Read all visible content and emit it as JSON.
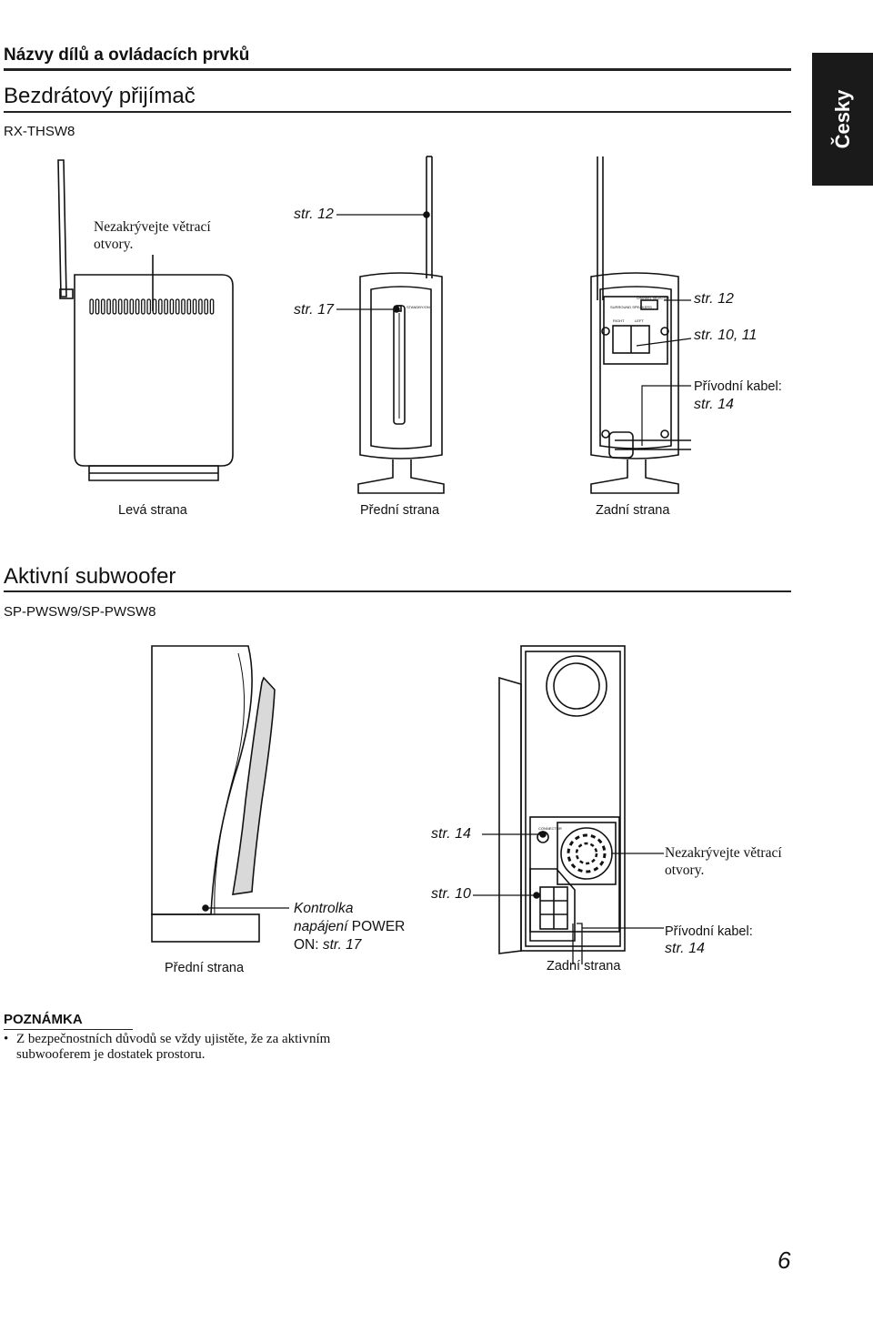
{
  "header": {
    "section_title": "Názvy dílů a ovládacích prvků",
    "language_tab": "Česky"
  },
  "receiver": {
    "title": "Bezdrátový přijímač",
    "model": "RX-THSW8",
    "vent_note": "Nezakrývejte větrací otvory.",
    "ref_antenna": "str. 12",
    "ref_standby": "str. 17",
    "ref_selector": "str. 12",
    "ref_speakers": "str. 10, 11",
    "power_cord_label": "Přívodní kabel:",
    "power_cord_ref": "str. 14",
    "front_panel_text": "STANDBY/ON",
    "rear_panel_surround": "SURROUND SPEAKERS",
    "rear_panel_channel": "CHANNEL SELECTOR",
    "rear_panel_right": "RIGHT",
    "rear_panel_left": "LEFT",
    "caption_left": "Levá strana",
    "caption_front": "Přední strana",
    "caption_rear": "Zadní strana"
  },
  "subwoofer": {
    "title": "Aktivní subwoofer",
    "model": "SP-PWSW9/SP-PWSW8",
    "indicator_label_line1": "Kontrolka",
    "indicator_label_line2_italic": "napájení",
    "indicator_label_line2_rest": " POWER",
    "indicator_label_line3_prefix": "ON: ",
    "indicator_label_line3_ref": "str. 17",
    "ref_connector": "str. 14",
    "ref_terminals": "str. 10",
    "vent_note": "Nezakrývejte větrací otvory.",
    "power_cord_label": "Přívodní kabel:",
    "power_cord_ref": "str. 14",
    "connector_text": "CONNECTOR",
    "caption_front": "Přední strana",
    "caption_rear": "Zadní strana"
  },
  "note": {
    "heading": "POZNÁMKA",
    "bullet": "•",
    "text_line1": "Z bezpečnostních důvodů se vždy ujistěte, že za aktivním",
    "text_line2": "subwooferem je dostatek prostoru."
  },
  "page_number": "6"
}
